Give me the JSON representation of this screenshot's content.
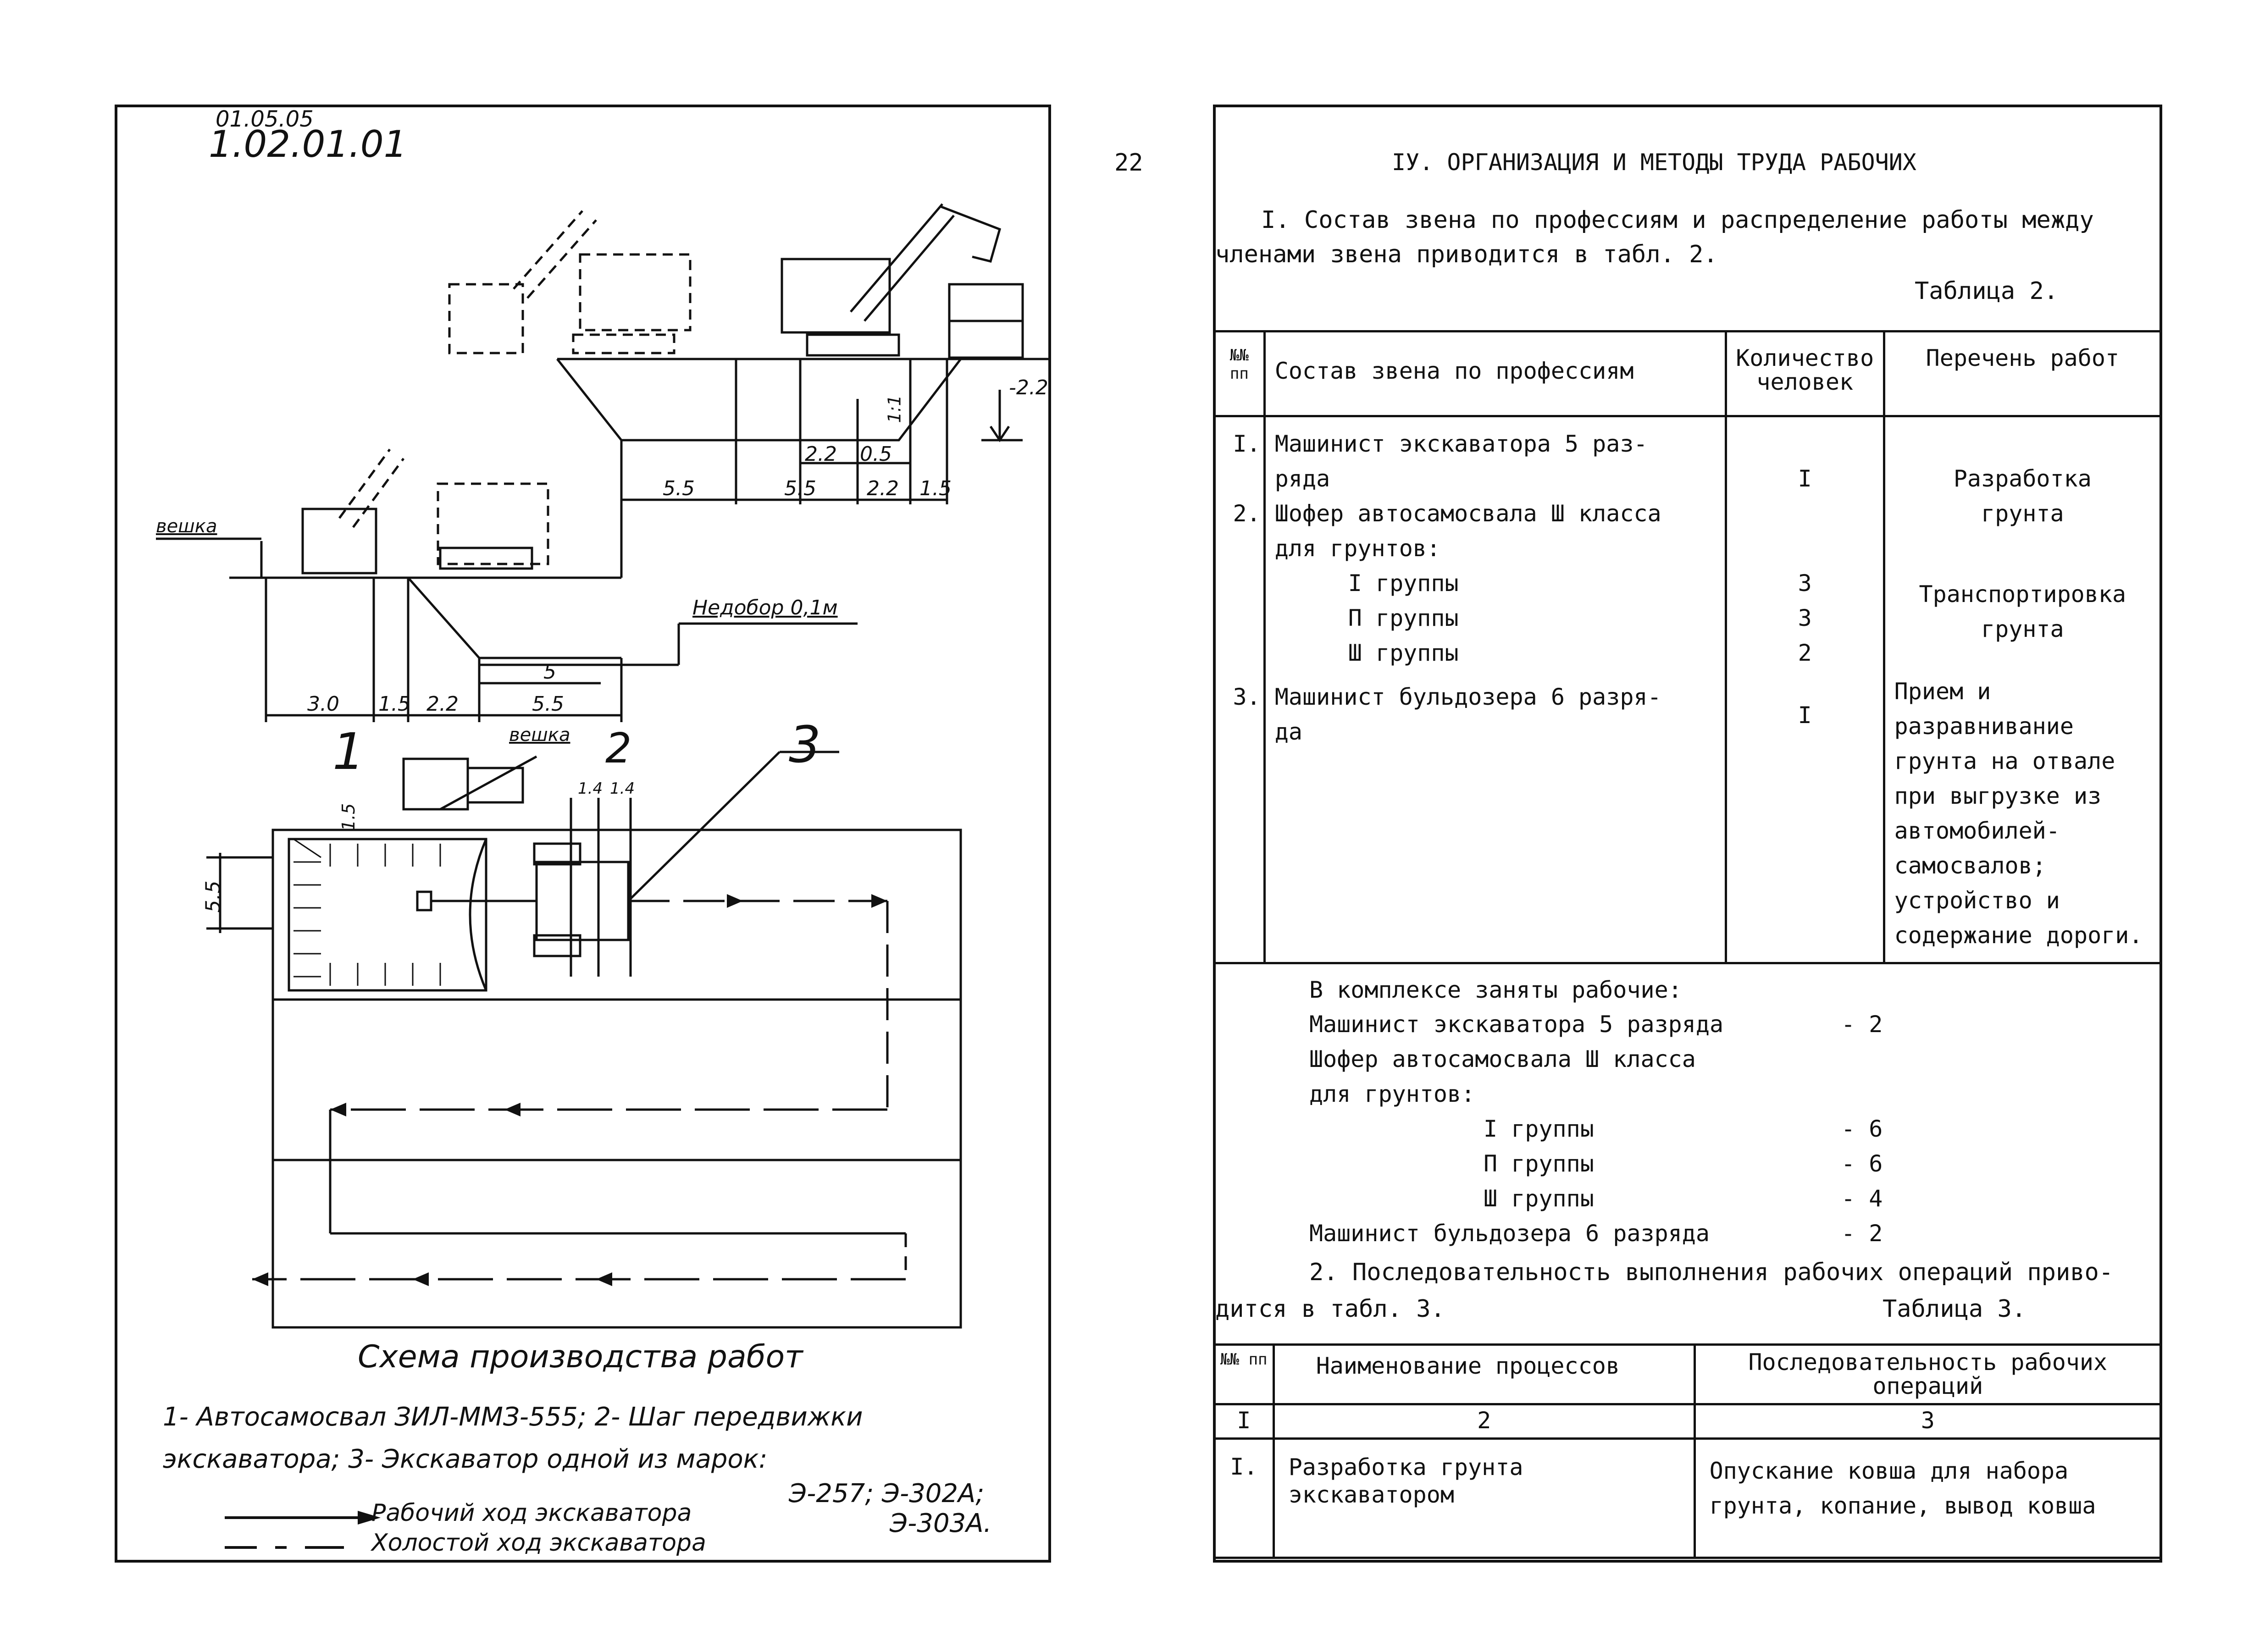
{
  "left_sheet": {
    "code_top": "01.05.05",
    "code_main": "1.02.01.01",
    "labels": {
      "veshka_left": "вешка",
      "veshka_plan": "вешка",
      "nedobor": "Недобор 0,1м",
      "num1": "1",
      "num2": "2",
      "num3": "3"
    },
    "dims_upper": [
      "5.5",
      "5.5",
      "2.2",
      "1.5",
      "2.2",
      "0.5",
      "-2.2",
      "1:1"
    ],
    "dims_lower": [
      "3.0",
      "1.5",
      "2.2",
      "5.5",
      "5"
    ],
    "dims_plan": [
      "1.5",
      "5.5",
      "1.4",
      "1.4"
    ],
    "caption": {
      "title": "Схема производства работ",
      "line1": "1- Автосамосвал ЗИЛ-ММЗ-555; 2- Шаг передвижки экскаватора; 3- Экскаватор одной из марок:",
      "marks1": "Э-257; Э-302А;",
      "marks2": "Э-303А.",
      "legend_work": "Рабочий ход экскаватора",
      "legend_idle": "Холостой ход экскаватора"
    }
  },
  "page_number": "22",
  "right_sheet": {
    "heading": "IУ. ОРГАНИЗАЦИЯ И МЕТОДЫ ТРУДА РАБОЧИХ",
    "para1_line1": "I. Состав звена по профессиям и распределение работы между",
    "para1_line2": "членами звена приводится в табл. 2.",
    "table2_caption": "Таблица 2.",
    "table2": {
      "headers": [
        "№№ пп",
        "Состав звена по профессиям",
        "Количество человек",
        "Перечень работ"
      ],
      "num_col": [
        "I.",
        "2.",
        "3."
      ],
      "composition_lines": [
        "Машинист экскаватора 5 раз-",
        "ряда",
        "Шофер автосамосвала Ш класса",
        "для грунтов:",
        "I группы",
        "П группы",
        "Ш группы",
        "Машинист бульдозера 6 разря-",
        "да"
      ],
      "counts": [
        "I",
        "3",
        "3",
        "2",
        "I"
      ],
      "works": [
        "Разработка грунта",
        "Транспортировка грунта",
        "Прием и разравнивание грунта на отвале при выгрузке из автомобилей-самосвалов; устройство и содержание дороги."
      ]
    },
    "complex": {
      "intro": "В комплексе заняты рабочие:",
      "rows": [
        {
          "label": "Машинист экскаватора 5 разряда",
          "value": "- 2"
        },
        {
          "label": "Шофер автосамосвала Ш класса",
          "value": ""
        },
        {
          "label": "для грунтов:",
          "value": ""
        },
        {
          "label": "I группы",
          "value": "- 6"
        },
        {
          "label": "П группы",
          "value": "- 6"
        },
        {
          "label": "Ш группы",
          "value": "- 4"
        },
        {
          "label": "Машинист бульдозера 6 разряда",
          "value": "- 2"
        }
      ]
    },
    "para2_line1": "2. Последовательность выполнения рабочих операций приво-",
    "para2_line2": "дится в табл. 3.",
    "table3_caption": "Таблица 3.",
    "table3": {
      "headers": [
        "№№ пп",
        "Наименование процессов",
        "Последовательность рабочих операций"
      ],
      "index_row": [
        "I",
        "2",
        "3"
      ],
      "row1": [
        "I.",
        "Разработка грунта экскаватором",
        "Опускание ковша для набора грунта, копание, вывод ковша"
      ]
    }
  }
}
